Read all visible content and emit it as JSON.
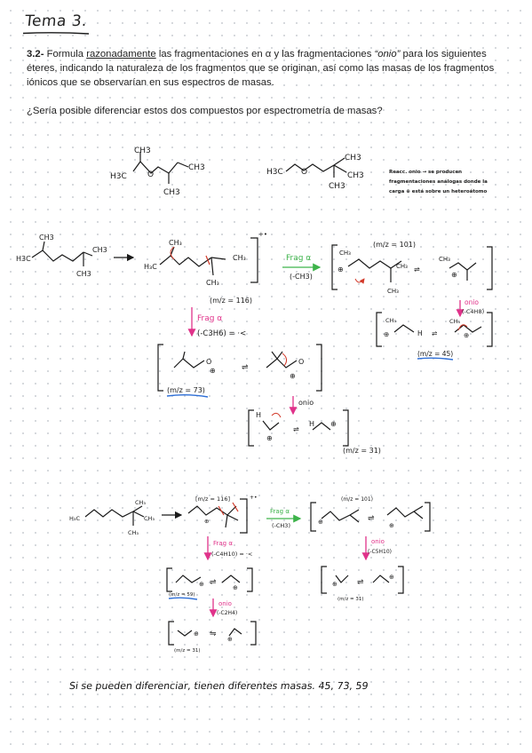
{
  "title": "Tema 3.",
  "problem": {
    "number": "3.2-",
    "text_1": "Formula",
    "text_underlined": "razonadamente",
    "text_2": "las fragmentaciones en α y las fragmentaciones",
    "text_italic": "“onio”",
    "text_3": "para los siguientes éteres, indicando la naturaleza de los fragmentos que se originan, así como las masas de los fragmentos iónicos que se observarían en sus espectros de masas."
  },
  "question": "¿Sería posible diferenciar estos dos compuestos por espectrometría de masas?",
  "structures": {
    "ether1": {
      "left": "H3C",
      "top": "CH3",
      "right": "CH3",
      "bottom": "CH3"
    },
    "ether2": {
      "left": "H3C",
      "top": "CH3",
      "right": "CH3",
      "bottom": "CH3"
    },
    "note": [
      "Reacc. onio → se producen",
      "fragmentaciones análogas donde la",
      "carga ⊕ está sobre un heteroátomo"
    ]
  },
  "scheme1": {
    "mol_left": "H3C",
    "mol_top": "CH3",
    "mol_right": "CH3",
    "mol_bottom": "CH3",
    "radical_mark": "+•",
    "parent_mass": "(m/z = 116)",
    "frag_alpha_label": "Frag α",
    "frag_alpha_loss": "(-CH3)",
    "ion_101": "(m/z = 101)",
    "onio_label": "onio",
    "onio_loss": "(-C4H8)",
    "ion_45": "(m/z = 45)",
    "frag_alpha2_label": "Frag α",
    "frag_alpha2_loss": "(-C3H6) = ·<",
    "ion_73": "(m/z = 73)",
    "onio2_label": "onio",
    "ion_31": "(m/z = 31)"
  },
  "scheme2": {
    "parent_mass": "[m/z = 116]",
    "radical_mark": "+•",
    "frag_alpha_label": "Frag α",
    "frag_alpha_loss": "(-CH3)",
    "ion_101": "(m/z = 101)",
    "onio_label": "onio",
    "onio_loss": "(-C5H10)",
    "ion_31_right": "(m/z = 31)",
    "frag_alpha2_label": "Frag α",
    "frag_alpha2_loss": "(-C4H10) = ·<",
    "ion_59": "(m/z = 59)",
    "onio2_label": "onio",
    "onio2_loss": "(-C2H4)",
    "ion_31": "(m/z = 31)"
  },
  "conclusion": "Si se pueden diferenciar, tienen diferentes masas. 45, 73, 59",
  "colors": {
    "pink": "#e0328a",
    "green": "#3db34a",
    "blue": "#2f6fd6",
    "red": "#d23a2a",
    "ink": "#1a1a1a"
  }
}
